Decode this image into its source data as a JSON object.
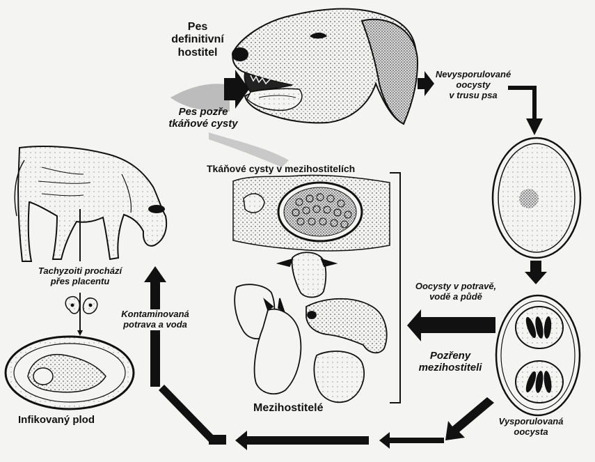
{
  "labels": {
    "dog_title": [
      "Pes",
      "definitivní",
      "hostitel"
    ],
    "dog_eats": [
      "Pes pozře",
      "tkáňové cysty"
    ],
    "unsporulated": [
      "Nevysporulované",
      "oocysty",
      "v trusu psa"
    ],
    "tissue_cysts": "Tkáňové cysty v mezihostitelích",
    "environment": [
      "Oocysty v potravě,",
      "vodě a půdě"
    ],
    "ingested": [
      "Pozřeny",
      "mezihostiteli"
    ],
    "sporulated": [
      "Vysporulovaná",
      "oocysta"
    ],
    "intermediates": "Mezihostitelé",
    "tachyzoites": [
      "Tachyzoiti prochází",
      "přes placentu"
    ],
    "contaminated": [
      "Kontaminovaná",
      "potrava a voda"
    ],
    "fetus": "Infikovaný plod"
  }
}
